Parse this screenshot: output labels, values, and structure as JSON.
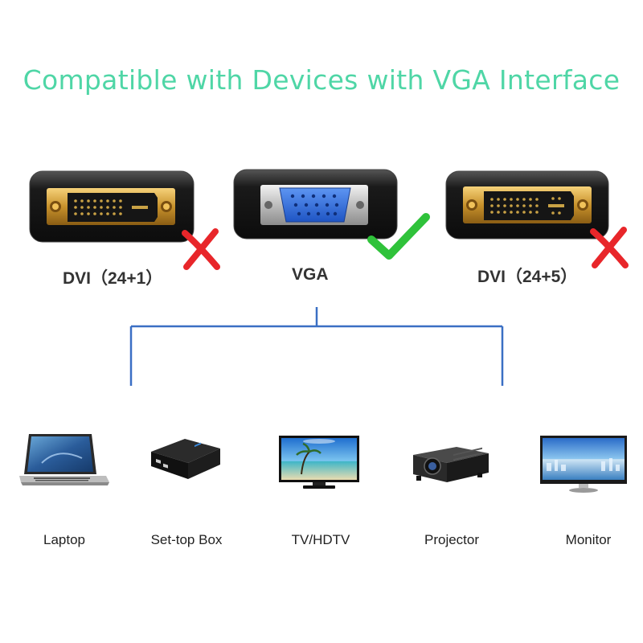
{
  "title": "Compatible with Devices with VGA Interface",
  "colors": {
    "title": "#4fd6a6",
    "tree_line": "#3a6fc4",
    "cross": "#e8262a",
    "check": "#2fc23a",
    "gold": "#d9a83a",
    "vga_blue": "#2f6fe0"
  },
  "connectors": [
    {
      "name": "dvi-24-1",
      "label": "DVI（24+1）",
      "compatible": false
    },
    {
      "name": "vga",
      "label": "VGA",
      "compatible": true
    },
    {
      "name": "dvi-24-5",
      "label": "DVI（24+5）",
      "compatible": false
    }
  ],
  "devices": [
    {
      "label": "Laptop",
      "icon": "laptop-icon"
    },
    {
      "label": "Set-top Box",
      "icon": "set-top-box-icon"
    },
    {
      "label": "TV/HDTV",
      "icon": "tv-icon"
    },
    {
      "label": "Projector",
      "icon": "projector-icon"
    },
    {
      "label": "Monitor",
      "icon": "monitor-icon"
    }
  ]
}
